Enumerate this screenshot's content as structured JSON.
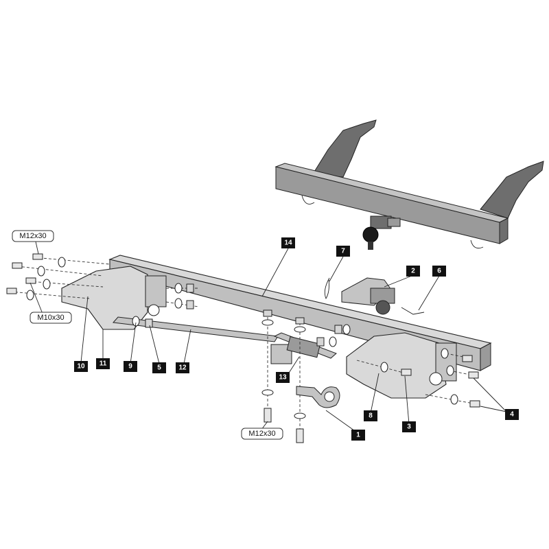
{
  "part_labels": {
    "p1": "1",
    "p2": "2",
    "p3": "3",
    "p4": "4",
    "p5": "5",
    "p6": "6",
    "p7": "7",
    "p8": "8",
    "p9": "9",
    "p10": "10",
    "p11": "11",
    "p12": "12",
    "p13": "13",
    "p14": "14"
  },
  "bolt_specs": {
    "top_left": "M12x30",
    "mid_left": "M10x30",
    "bottom_center": "M12x30"
  },
  "colors": {
    "callout_fill": "#111111",
    "callout_text": "#ffffff",
    "steel": "#9a9a9a"
  }
}
